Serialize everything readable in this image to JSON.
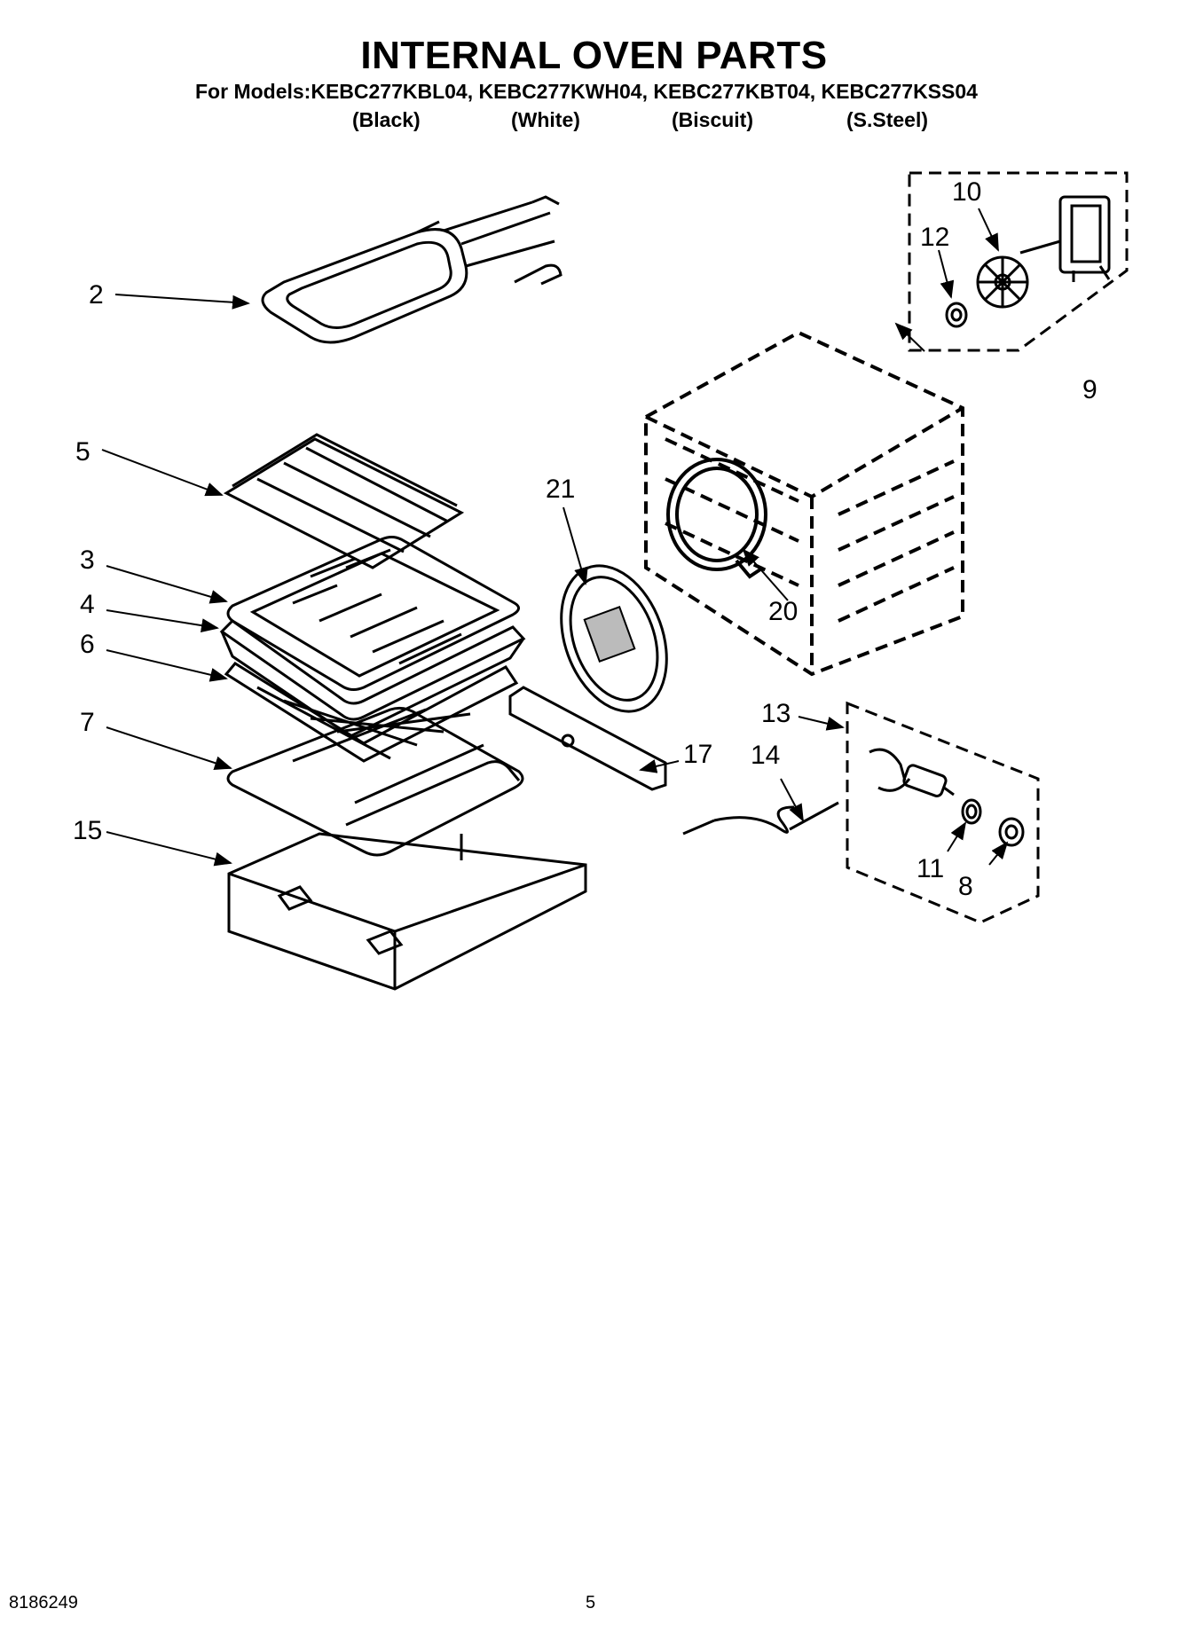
{
  "header": {
    "title": "INTERNAL OVEN PARTS",
    "models_line": "For Models:KEBC277KBL04, KEBC277KWH04, KEBC277KBT04, KEBC277KSS04",
    "variants": [
      "(Black)",
      "(White)",
      "(Biscuit)",
      "(S.Steel)"
    ]
  },
  "callouts": {
    "c2": "2",
    "c3": "3",
    "c4": "4",
    "c5": "5",
    "c6": "6",
    "c7": "7",
    "c8": "8",
    "c9": "9",
    "c10": "10",
    "c11": "11",
    "c12": "12",
    "c13": "13",
    "c14": "14",
    "c15": "15",
    "c17": "17",
    "c20": "20",
    "c21": "21"
  },
  "footer": {
    "doc_number": "8186249",
    "page_number": "5"
  }
}
